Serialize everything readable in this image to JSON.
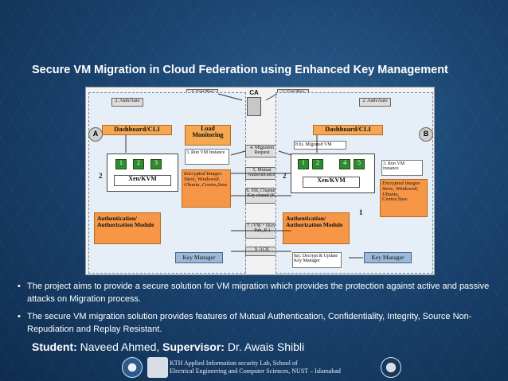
{
  "title": "Secure VM Migration in Cloud Federation using Enhanced Key Management",
  "diagram": {
    "cert_req_left": "1. Cert Req",
    "cert_req_right": "1. Cert Req",
    "ca": "CA",
    "auth_left": "2. Auth/Auto",
    "auth_right": "2. Auth/Auto",
    "label_a": "A",
    "label_b": "B",
    "dashboard_left": "Dashboard/CLI",
    "dashboard_right": "Dashboard/CLI",
    "load_monitoring": "Load Monitoring",
    "run_vm_left": "3. Run VM Instance",
    "run_vm_right": "3. Run VM instance",
    "migrated_vm": "8 b). Migrated VM",
    "vms_left": [
      "1",
      "2",
      "3"
    ],
    "vms_right": [
      "1",
      "2",
      "4",
      "5"
    ],
    "xen_left": "Xen/KVM",
    "xen_right": "Xen/KVM",
    "images_left": "Encrypted Images Store, Windows8, Ubuntu, Centos,Suse",
    "images_right": "Encrypted Images Store, Windows8, Ubuntu, Centos,Suse",
    "auth_left_module": "Authentication/ Authorization Module",
    "auth_right_module": "Authentication/ Authorization Module",
    "key_manager_left": "Key Manager",
    "key_manager_right": "Key Manager",
    "step4": "4. Migration Request",
    "step5": "5. Mutual Authentication",
    "step6": "6. SSL Channel/ Key shared (K)",
    "step7": "7. [VM + (Key) Pub_B ]",
    "step8a": "8a). Decrypt & Update Key Manager",
    "step9": "9. ACK",
    "num2_left": "2",
    "num2_right": "2",
    "num1_right": "1"
  },
  "bullets": [
    "The project aims to provide a secure solution for VM migration which provides the protection against active and passive attacks on Migration process.",
    "The secure VM migration solution provides features of Mutual Authentication, Confidentiality, Integrity, Source Non-Repudiation and Replay Resistant."
  ],
  "student_label": "Student:",
  "student_name": "Naveed Ahmed,",
  "supervisor_label": "Supervisor:",
  "supervisor_name": "Dr. Awais Shibli",
  "footer_line1": "KTH Applied Information security Lab, School of",
  "footer_line2": "Electrical Engineering and Computer Sciences, NUST – Islamabad",
  "colors": {
    "background": "#1a4470",
    "orange": "#f79646",
    "green": "#2e8b2e",
    "blue_box": "#9eb8d8"
  }
}
